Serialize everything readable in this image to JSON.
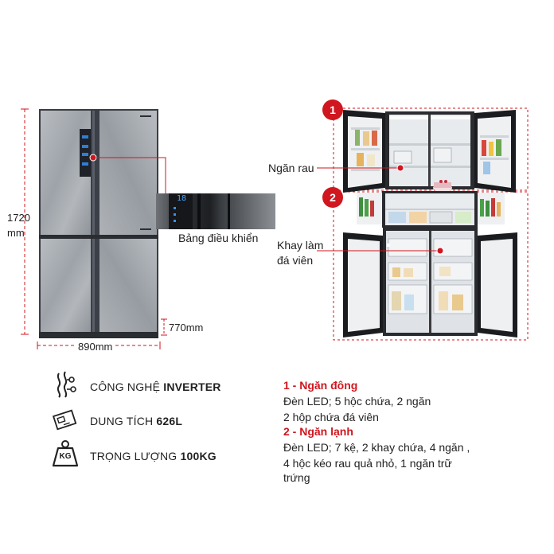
{
  "dimensions": {
    "height": "1720",
    "height_unit": "mm",
    "width": "890mm",
    "depth": "770mm"
  },
  "callouts": {
    "control_panel": "Bảng điều khiển",
    "vegetable_drawer": "Ngăn rau",
    "ice_tray_line1": "Khay làm",
    "ice_tray_line2": "đá viên"
  },
  "badges": {
    "one": "1",
    "two": "2"
  },
  "display_digits": "18",
  "features": {
    "inverter_prefix": "CÔNG NGHỆ ",
    "inverter_value": "INVERTER",
    "capacity_prefix": "DUNG TÍCH ",
    "capacity_value": "626L",
    "weight_prefix": "TRỌNG LƯỢNG ",
    "weight_value": "100KG",
    "weight_icon_text": "KG"
  },
  "spec": {
    "freezer_title": "1 - Ngăn đông",
    "freezer_line1": "Đèn LED; 5 hộc chứa, 2 ngăn",
    "freezer_line2": "2 hộp chứa đá viên",
    "fridge_title": "2 - Ngăn lạnh",
    "fridge_line1": "Đèn LED; 7 kệ, 2 khay chứa, 4 ngăn ,",
    "fridge_line2": "4 hộc kéo rau quả nhỏ, 1 ngăn trữ",
    "fridge_line3": "trứng"
  },
  "colors": {
    "accent_red": "#d0161e",
    "fridge_steel": "#a7abb0",
    "fridge_dark": "#2b2e33"
  },
  "icons": [
    "inverter-icon",
    "capacity-icon",
    "weight-icon"
  ]
}
